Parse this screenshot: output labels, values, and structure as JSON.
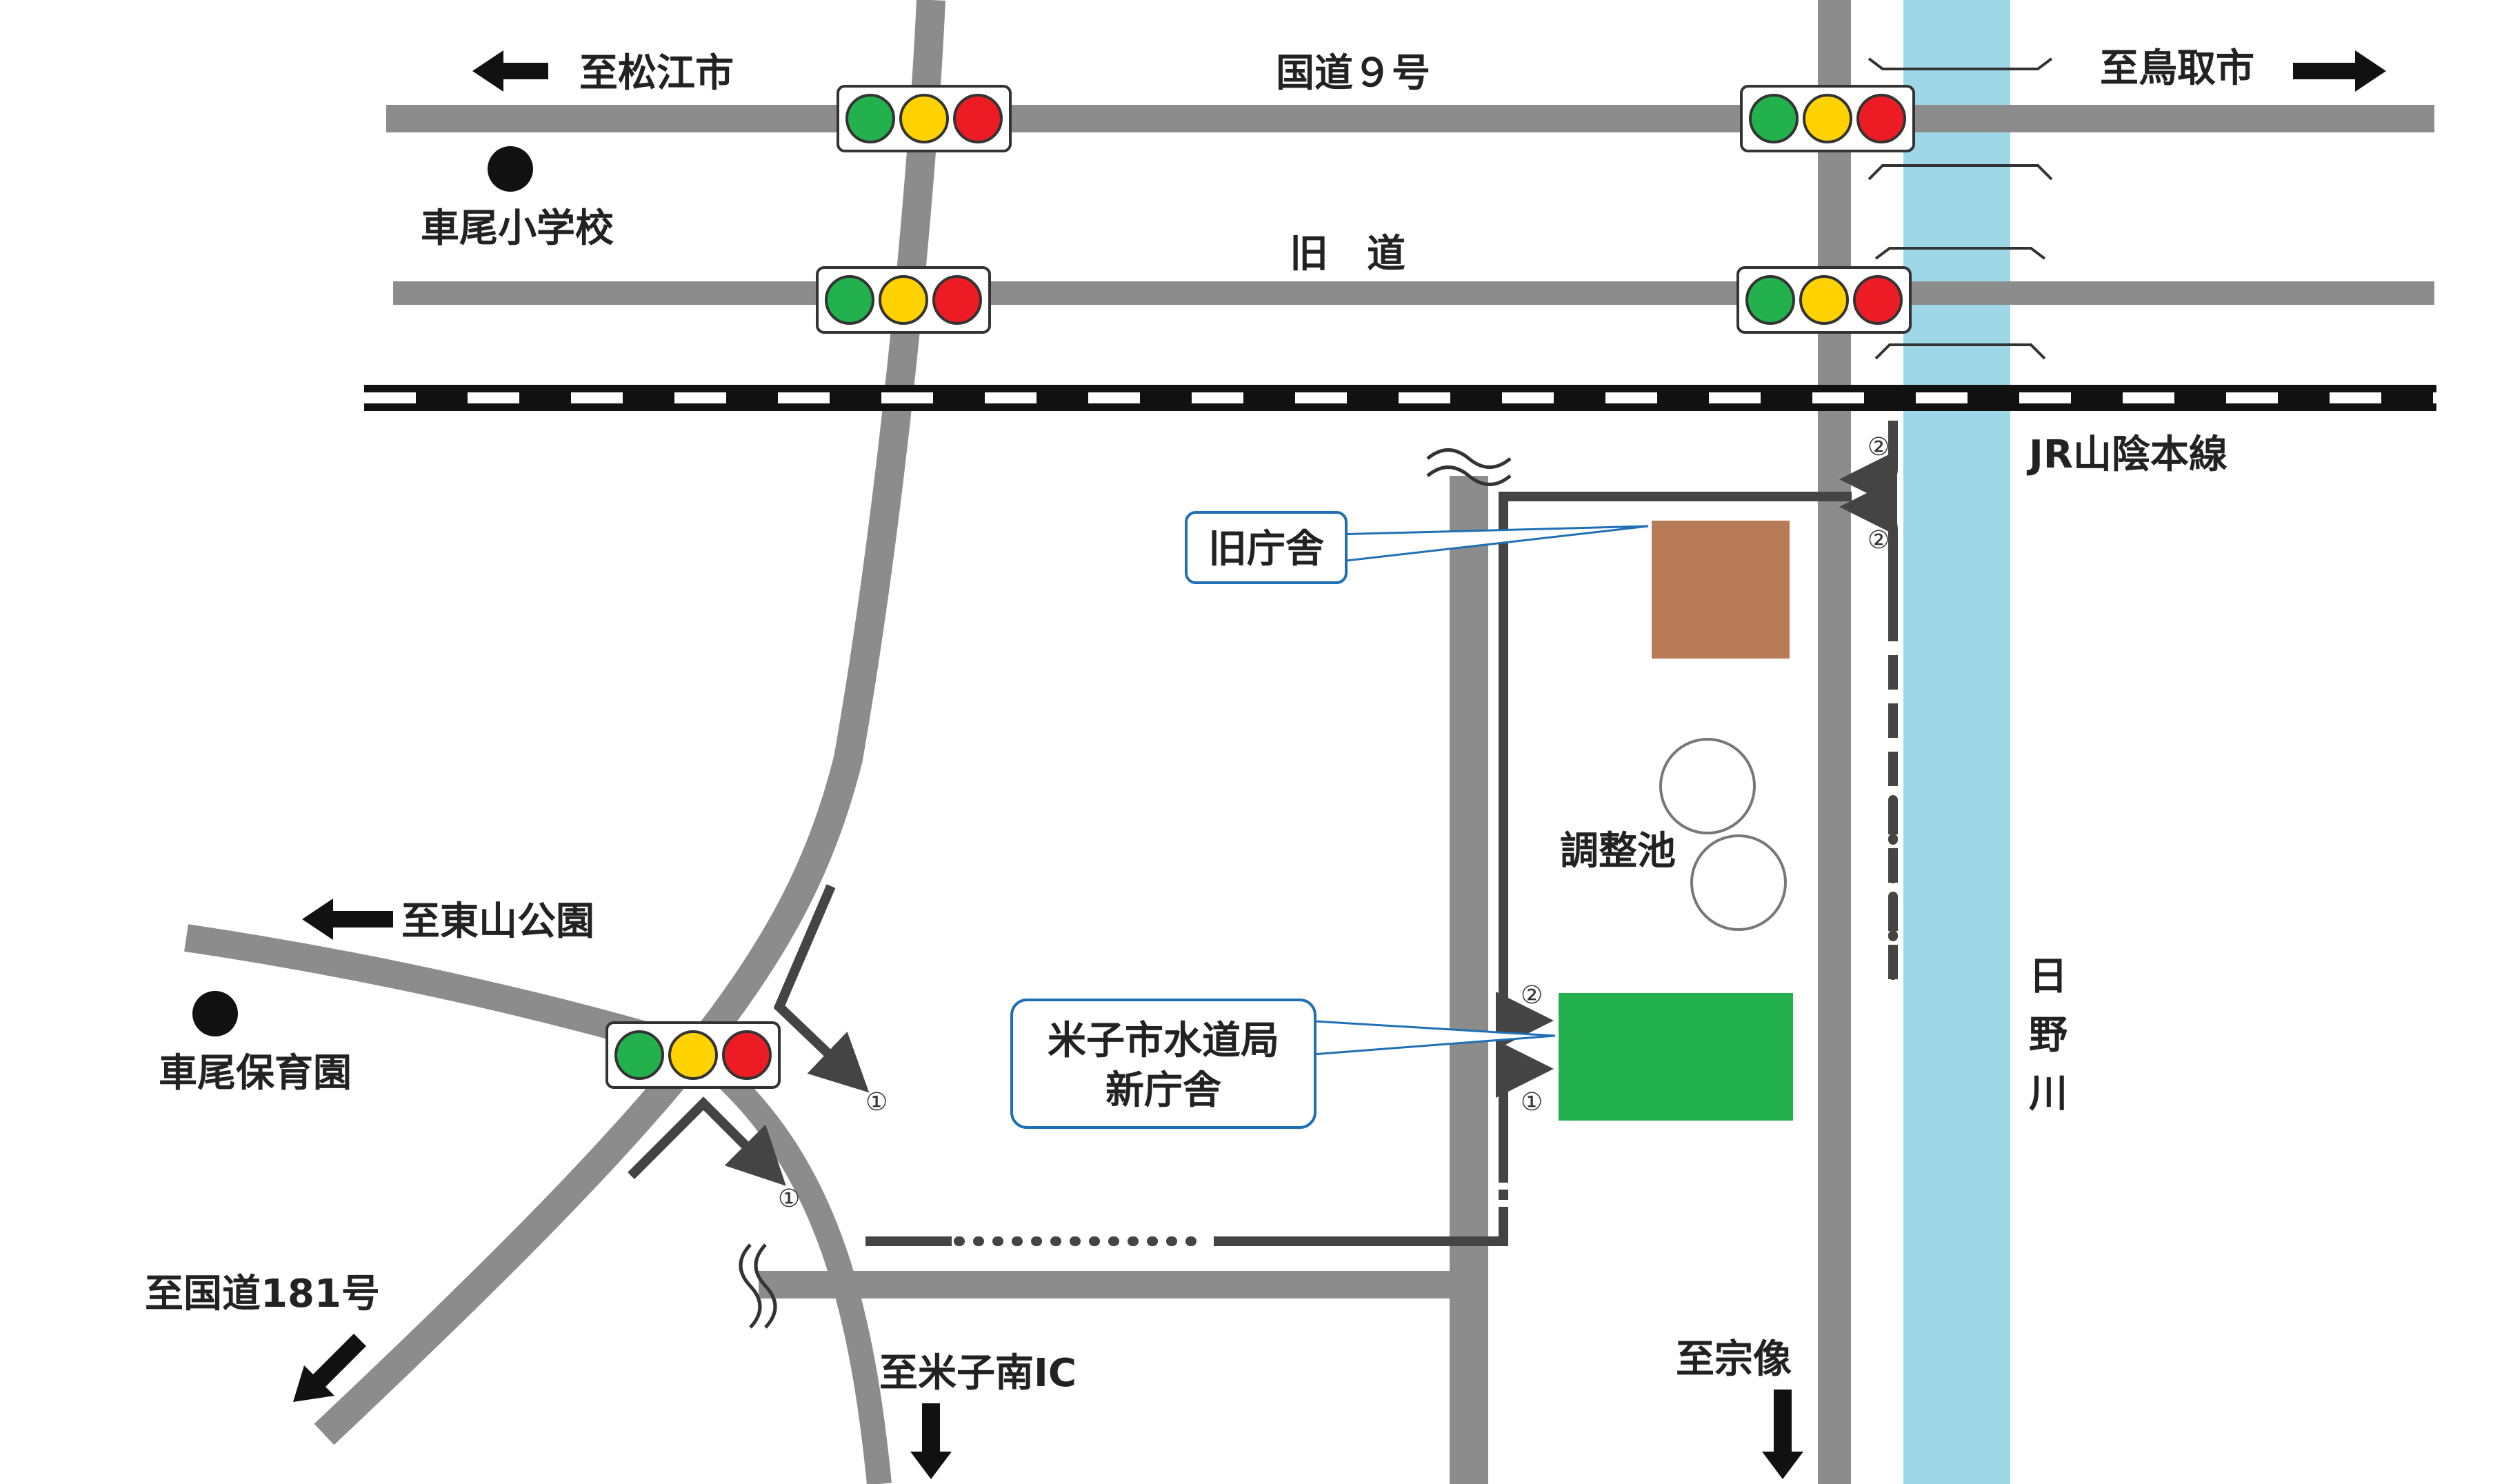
{
  "colors": {
    "road": "#8c8c8c",
    "river": "#9ed8e8",
    "route": "#444444",
    "old_office": "#b87b57",
    "new_office": "#22b14c",
    "callout_border": "#1f6fb5",
    "light_green": "#22b14c",
    "light_yellow": "#ffd200",
    "light_red": "#ed1c24"
  },
  "labels": {
    "to_matsue": "至松江市",
    "route9": "国道９号",
    "to_tottori": "至鳥取市",
    "kurumao_elementary": "車尾小学校",
    "old_road": "旧　道",
    "jr_line": "JR山陰本線",
    "old_office": "旧庁舎",
    "pond": "調整池",
    "to_higashiyama": "至東山公園",
    "kurumao_nursery": "車尾保育園",
    "new_office_line1": "米子市水道局",
    "new_office_line2": "新庁舎",
    "to_route181": "至国道181号",
    "to_yonago_minami_ic": "至米子南IC",
    "to_munakata": "至宗像",
    "river_chars": [
      "日",
      "野",
      "川"
    ],
    "route_mark_1": "①",
    "route_mark_2": "②"
  },
  "icons": [
    "traffic-light-icon",
    "arrow-left-icon",
    "arrow-right-icon",
    "arrow-down-icon",
    "arrow-down-left-icon",
    "road-break-icon",
    "landmark-dot-icon"
  ]
}
